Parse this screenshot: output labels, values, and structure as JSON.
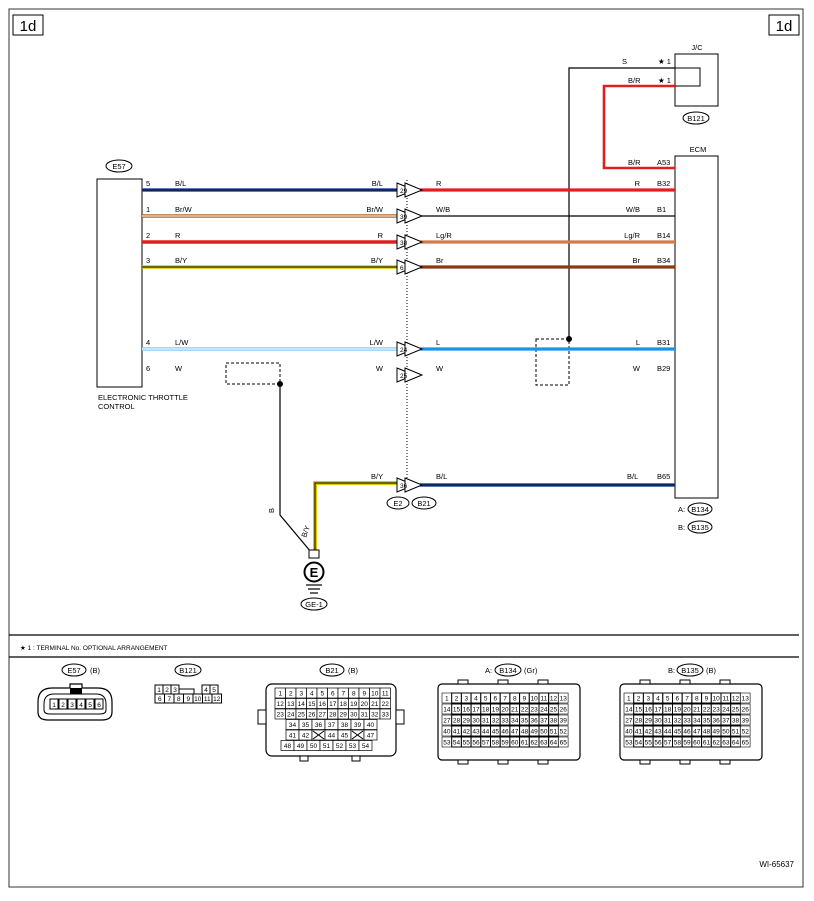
{
  "page": {
    "corner_left": "1d",
    "corner_right": "1d",
    "doc_id": "WI-65637",
    "note": "★ 1   : TERMINAL No. OPTIONAL ARRANGEMENT"
  },
  "components": {
    "throttle": {
      "conn": "E57",
      "name1": "ELECTRONIC THROTTLE",
      "name2": "CONTROL"
    },
    "jc": {
      "label": "J/C",
      "conn": "B121",
      "pin_s": "S",
      "pin_br": "B/R",
      "star1": "★ 1",
      "star2": "★ 1"
    },
    "ecm": {
      "label": "ECM",
      "conn_a_prefix": "A:",
      "conn_a": "B134",
      "conn_b_prefix": "B:",
      "conn_b": "B135"
    },
    "ground": {
      "symbol": "E",
      "label": "GE-1",
      "wire_b": "B",
      "wire_by": "B/Y"
    },
    "join_connectors": [
      "E2",
      "B21"
    ]
  },
  "wires": [
    {
      "pin": "5",
      "left_color": "B/L",
      "mid_color": "B/L",
      "jpin": "29",
      "right_color_l": "R",
      "right_color_r": "R",
      "ecm_pin": "B32",
      "c1": "#2b4fa0",
      "c2": "#000000",
      "c3": "#e02020"
    },
    {
      "pin": "1",
      "left_color": "Br/W",
      "mid_color": "Br/W",
      "jpin": "39",
      "right_color_l": "W/B",
      "right_color_r": "W/B",
      "ecm_pin": "B1",
      "c1": "#b5652a",
      "c2": "#ffffff",
      "c3": "#000000"
    },
    {
      "pin": "2",
      "left_color": "R",
      "mid_color": "R",
      "jpin": "38",
      "right_color_l": "Lg/R",
      "right_color_r": "Lg/R",
      "ecm_pin": "B14",
      "c1": "#e02020",
      "c2": "#e02020",
      "c3": "#d27a4a"
    },
    {
      "pin": "3",
      "left_color": "B/Y",
      "mid_color": "B/Y",
      "jpin": "6",
      "right_color_l": "Br",
      "right_color_r": "Br",
      "ecm_pin": "B34",
      "c1": "#dcc800",
      "c2": "#000000",
      "c3": "#8b3a10"
    },
    {
      "pin": "4",
      "left_color": "L/W",
      "mid_color": "L/W",
      "jpin": "24",
      "right_color_l": "L",
      "right_color_r": "L",
      "ecm_pin": "B31",
      "c1": "#8ccaf0",
      "c2": "#ffffff",
      "c3": "#1e90e8"
    },
    {
      "pin": "6",
      "left_color": "W",
      "mid_color": "W",
      "jpin": "25",
      "right_color_l": "W",
      "right_color_r": "W",
      "ecm_pin": "B29",
      "c1": "none",
      "c2": "none",
      "c3": "none"
    }
  ],
  "bottom_wire": {
    "mid_color": "B/Y",
    "jpin": "36",
    "right_color_l": "B/L",
    "right_color_r": "B/L",
    "ecm_pin": "B65"
  },
  "jc_wire": {
    "color_l": "B/R",
    "color_r": "B/R",
    "ecm_pin": "A53"
  },
  "connector_views": {
    "e57": {
      "label": "E57",
      "suffix": "(B)",
      "pins": [
        "1",
        "2",
        "3",
        "4",
        "5",
        "6"
      ]
    },
    "b121": {
      "label": "B121",
      "top": [
        "1",
        "2",
        "3",
        "4",
        "5"
      ],
      "bottom": [
        "6",
        "7",
        "8",
        "9",
        "10",
        "11",
        "12"
      ]
    },
    "b21": {
      "label": "B21",
      "suffix": "(B)"
    },
    "b134": {
      "prefix": "A:",
      "label": "B134",
      "suffix": "(Gr)"
    },
    "b135": {
      "prefix": "B:",
      "label": "B135",
      "suffix": "(B)"
    }
  },
  "colors": {
    "border": "#000000",
    "red": "#e02020",
    "blue": "#1e90e8",
    "yellow": "#dcc800"
  }
}
